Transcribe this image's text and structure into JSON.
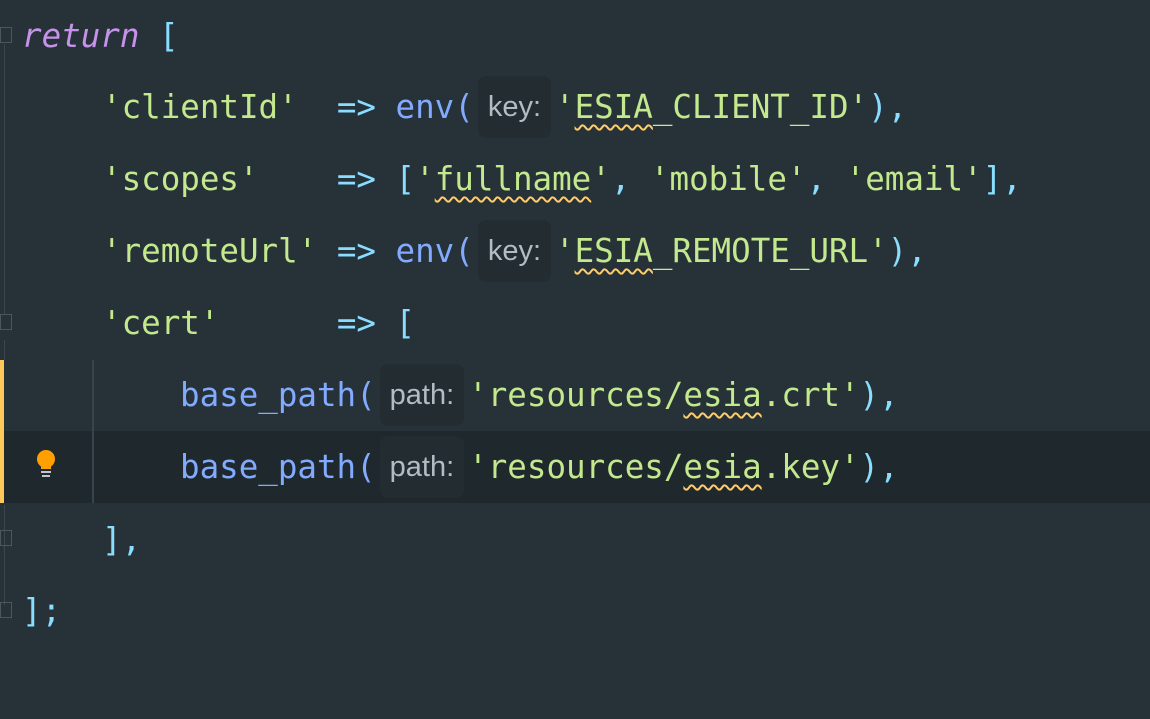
{
  "editor": {
    "language": "php",
    "lines": [
      {
        "kw": "return",
        "open": "["
      },
      {
        "key": "'clientId'",
        "pad": "  ",
        "arrow": "=>",
        "fn": "env(",
        "hint": "key:",
        "str_pre": "'",
        "str_squig": "ESIA",
        "str_post": "_CLIENT_ID'",
        "close": "),"
      },
      {
        "key": "'scopes'",
        "pad": "    ",
        "arrow": "=>",
        "open": "[",
        "s1_pre": "'",
        "s1_squig": "fullname",
        "s1_post": "'",
        "sep": ", ",
        "s2": "'mobile'",
        "s3": "'email'",
        "close": "],"
      },
      {
        "key": "'remoteUrl'",
        "pad": " ",
        "arrow": "=>",
        "fn": "env(",
        "hint": "key:",
        "str_pre": "'",
        "str_squig": "ESIA",
        "str_post": "_REMOTE_URL'",
        "close": "),"
      },
      {
        "key": "'cert'",
        "pad": "      ",
        "arrow": "=>",
        "open": "["
      },
      {
        "fn": "base_path(",
        "hint": "path:",
        "str_pre": "'resources/",
        "str_squig": "esia",
        "str_post": ".crt'",
        "close": "),"
      },
      {
        "fn": "base_path(",
        "hint": "path:",
        "str_pre": "'resources/",
        "str_squig": "esia",
        "str_post": ".key'",
        "close": "),"
      },
      {
        "close": "],"
      },
      {
        "close": "];"
      }
    ],
    "colors": {
      "background": "#263238",
      "keyword": "#c792ea",
      "string": "#c3e88d",
      "function": "#82aaff",
      "punctuation": "#89ddff",
      "warning": "#ffcb6b",
      "bulb": "#ffa000"
    }
  }
}
